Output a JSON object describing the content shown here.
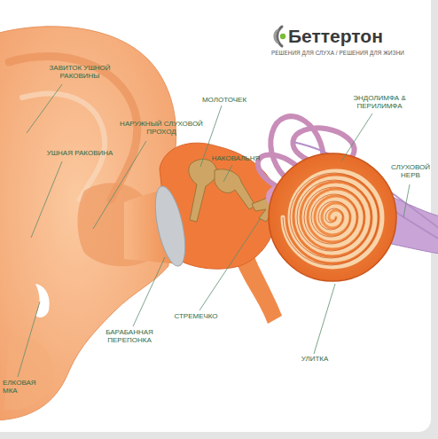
{
  "diagram": {
    "labels": [
      "Беттертон",
      "РЕШЕНИЯ ДЛЯ СЛУХА / РЕШЕНИЯ ДЛЯ ЖИЗНИ",
      "ЗАВИТОК УШНОЙ РАКОВИНЫ",
      "МОЛОТОЧЕК",
      "ЭНДОЛИМФА & ПЕРИЛИМФА",
      "НАРУЖНЫЙ СЛУХОВОЙ ПРОХОД",
      "НАКОВАЛЬНЯ",
      "УШНАЯ РАКОВИНА",
      "СЛУХОВОЙ НЕРВ",
      "СТРЕМЕЧКО",
      "БАРАБАННАЯ ПЕРЕПОНКА",
      "УЛИТКА",
      "ЕЛКОВАЯ МКА"
    ]
  }
}
